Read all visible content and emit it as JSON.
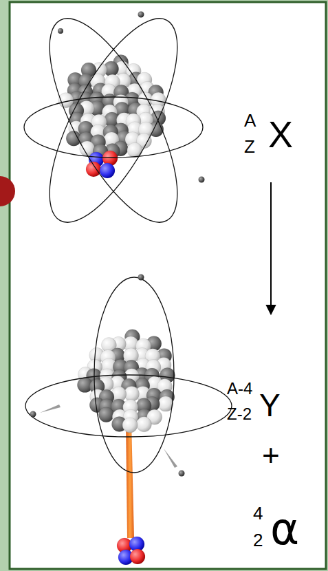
{
  "diagram": {
    "labels": [
      "A",
      "Z",
      "X",
      "A-4",
      "Z-2",
      "Y",
      "+",
      "4",
      "2",
      "α"
    ]
  }
}
